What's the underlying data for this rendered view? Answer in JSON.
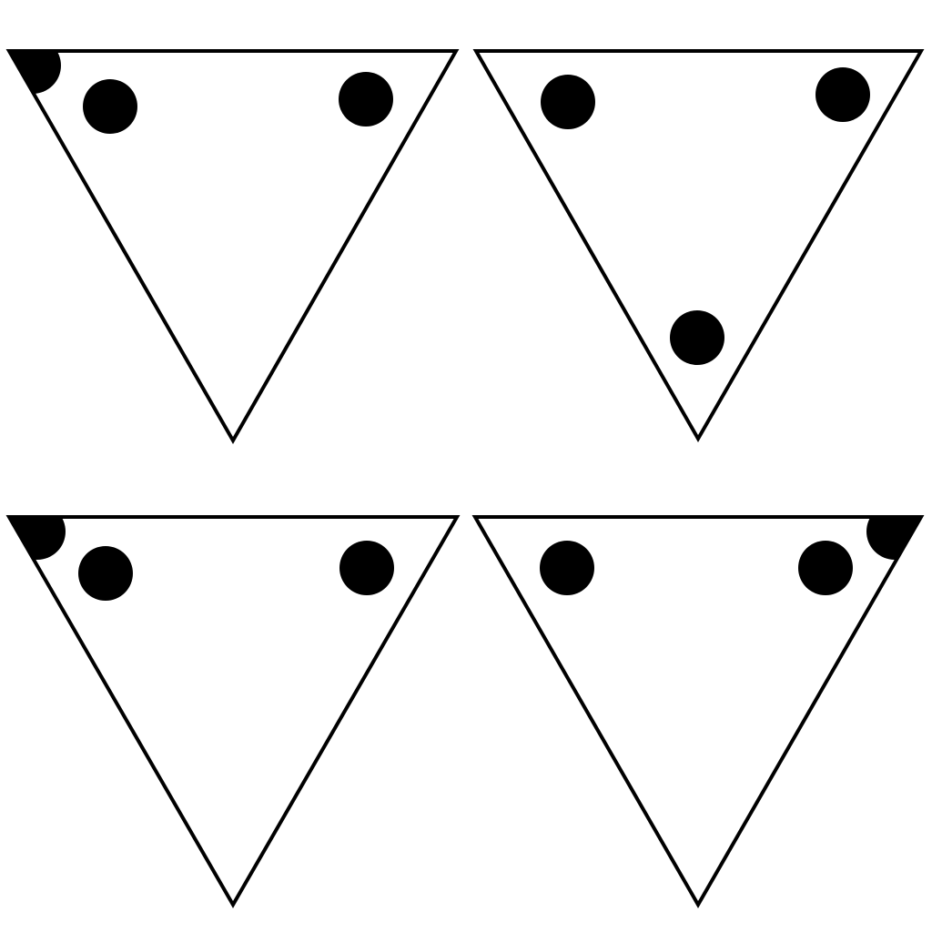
{
  "figure": {
    "background_color": "#ffffff",
    "line_color": "#000000",
    "dot_color": "#000000",
    "panels": [
      {
        "id": "top-left",
        "dot_count": 3,
        "corner_wedge": "top-left"
      },
      {
        "id": "top-right",
        "dot_count": 3,
        "corner_wedge": "none"
      },
      {
        "id": "bottom-left",
        "dot_count": 3,
        "corner_wedge": "top-left"
      },
      {
        "id": "bottom-right",
        "dot_count": 3,
        "corner_wedge": "top-right"
      }
    ]
  }
}
